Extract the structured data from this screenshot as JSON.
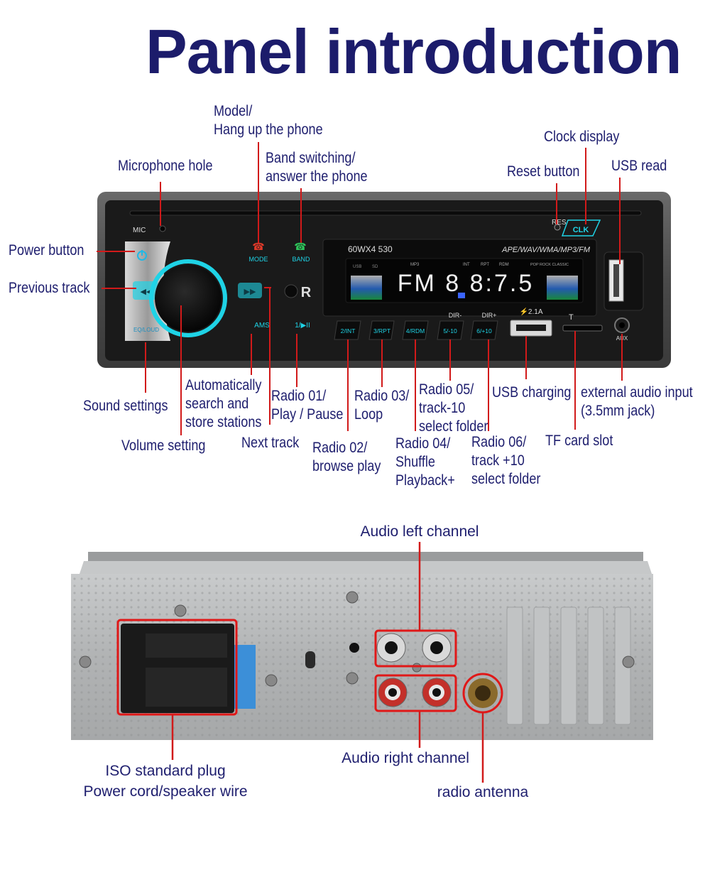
{
  "title": "Panel introduction",
  "front_labels": {
    "model": "Model/\nHang up the phone",
    "microphone": "Microphone hole",
    "band": "Band switching/\nanswer the phone",
    "clock": "Clock display",
    "reset": "Reset button",
    "usb_read": "USB read",
    "power": "Power button",
    "previous": "Previous track",
    "sound": "Sound settings",
    "ams": "Automatically\nsearch and\nstore stations",
    "radio01": "Radio 01/\nPlay / Pause",
    "radio03": "Radio 03/\nLoop",
    "radio05": "Radio 05/\ntrack-10\nselect folder",
    "usb_charging": "USB charging",
    "aux": "external audio input\n(3.5mm jack)",
    "volume": "Volume setting",
    "next": "Next track",
    "radio02": "Radio 02/\nbrowse play",
    "radio04": "Radio 04/\nShuffle\nPlayback+",
    "radio06": "Radio 06/\ntrack +10\nselect folder",
    "tf": "TF card slot"
  },
  "panel_text": {
    "mic": "MIC",
    "mode": "MODE",
    "band": "BAND",
    "res": "RES",
    "clk": "CLK",
    "eq": "EQ/LOUD",
    "ams": "AMS",
    "play": "1/▶II",
    "model": "60WX4  530",
    "formats": "APE/WAV/WMA/MP3/FM",
    "display": "FM 8 8:7.5",
    "usb": "USB",
    "sd": "SD",
    "mp3": "MP3",
    "int": "INT",
    "rpt": "RPT",
    "rdm": "RDM",
    "eq_modes": "POP  ROCK  CLASSIC",
    "btn2": "2/INT",
    "btn3": "3/RPT",
    "btn4": "4/RDM",
    "btn5": "5/-10",
    "btn6": "6/+10",
    "dir_minus": "DIR-",
    "dir_plus": "DIR+",
    "usb_amp": "⚡2.1A",
    "t": "T",
    "aux": "AUX"
  },
  "rear_labels": {
    "left_channel": "Audio left channel",
    "right_channel": "Audio right channel",
    "iso": "ISO standard plug\nPower cord/speaker wire",
    "antenna": "radio antenna"
  },
  "colors": {
    "title": "#1c1c6b",
    "label": "#1e1e6e",
    "leader": "#d11a1a",
    "accent": "#1fd3e6"
  }
}
